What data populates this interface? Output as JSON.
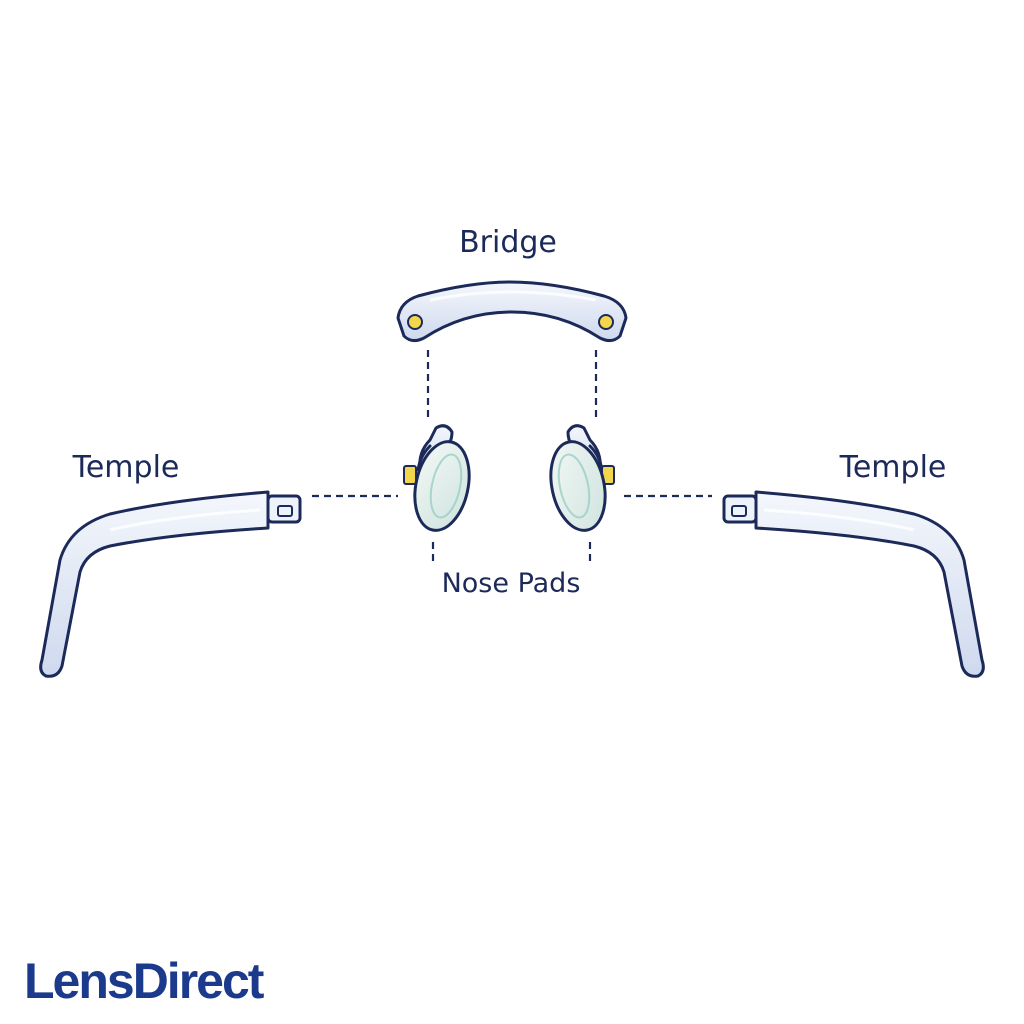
{
  "labels": {
    "bridge": "Bridge",
    "temple_left": "Temple",
    "temple_right": "Temple",
    "nose_pads": "Nose Pads"
  },
  "logo": {
    "text": "LensDirect"
  },
  "colors": {
    "outline": "#1c2a5a",
    "metal_fill": "#dfe6f4",
    "metal_highlight": "#f4f7fc",
    "screw": "#f2d64b",
    "pad_fill": "#e6f1ee",
    "brand": "#1b3a8c"
  }
}
